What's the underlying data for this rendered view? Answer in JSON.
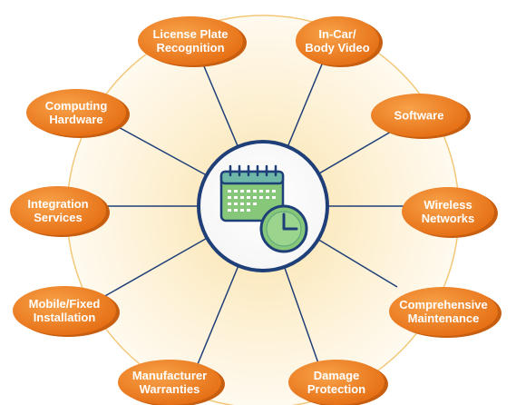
{
  "center": {
    "icon": "calendar-clock-icon"
  },
  "nodes": [
    {
      "id": "license-plate-recognition",
      "lines": [
        "License Plate",
        "Recognition"
      ]
    },
    {
      "id": "in-car-body-video",
      "lines": [
        "In-Car/",
        "Body Video"
      ]
    },
    {
      "id": "software",
      "lines": [
        "Software"
      ]
    },
    {
      "id": "wireless-networks",
      "lines": [
        "Wireless",
        "Networks"
      ]
    },
    {
      "id": "comprehensive-maintenance",
      "lines": [
        "Comprehensive",
        "Maintenance"
      ]
    },
    {
      "id": "damage-protection",
      "lines": [
        "Damage",
        "Protection"
      ]
    },
    {
      "id": "manufacturer-warranties",
      "lines": [
        "Manufacturer",
        "Warranties"
      ]
    },
    {
      "id": "mobile-fixed-installation",
      "lines": [
        "Mobile/Fixed",
        "Installation"
      ]
    },
    {
      "id": "integration-services",
      "lines": [
        "Integration",
        "Services"
      ]
    },
    {
      "id": "computing-hardware",
      "lines": [
        "Computing",
        "Hardware"
      ]
    }
  ],
  "colors": {
    "node_fill": "#ef7f1f",
    "node_shadow": "#c85f10",
    "connector": "#1f3f78",
    "hub_ring": "#1f3f78",
    "halo_outline": "#f2c878",
    "calendar_green": "#86c77a",
    "calendar_teal": "#5aa9a0"
  }
}
